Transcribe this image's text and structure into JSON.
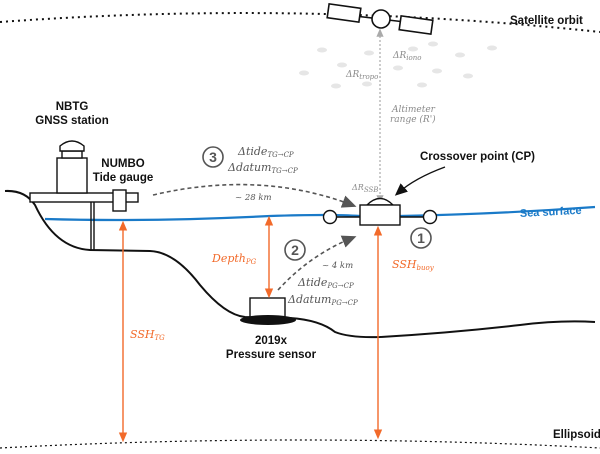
{
  "labels": {
    "satellite_orbit": "Satellite orbit",
    "gnss_line1": "NBTG",
    "gnss_line2": "GNSS station",
    "tg_line1": "NUMBO",
    "tg_line2": "Tide gauge",
    "crossover": "Crossover point (CP)",
    "sea_surface": "Sea surface",
    "ellipsoid": "Ellipsoid",
    "sensor_line1": "2019x",
    "sensor_line2": "Pressure sensor",
    "altimeter_line1": "Altimeter",
    "altimeter_line2": "range (R')",
    "dist_28": "~ 28 km",
    "dist_4": "~ 4 km"
  },
  "symbols": {
    "r_iono": {
      "main": "ΔR",
      "sub": "iono"
    },
    "r_tropo": {
      "main": "ΔR",
      "sub": "tropo"
    },
    "r_ssb": {
      "main": "ΔR",
      "sub": "SSB"
    },
    "tide_tg": {
      "main": "Δtide",
      "sub": "TG→CP"
    },
    "datum_tg": {
      "main": "Δdatum",
      "sub": "TG→CP"
    },
    "tide_pg": {
      "main": "Δtide",
      "sub": "PG→CP"
    },
    "datum_pg": {
      "main": "Δdatum",
      "sub": "PG→CP"
    },
    "depth_pg": {
      "main": "Depth",
      "sub": "PG"
    },
    "ssh_tg": {
      "main": "SSH",
      "sub": "TG"
    },
    "ssh_buoy": {
      "main": "SSH",
      "sub": "buoy"
    }
  },
  "steps": [
    "1",
    "2",
    "3"
  ],
  "colors": {
    "sea": "#1a7ac8",
    "measure": "#f26a2a",
    "correction": "#8a8a8a",
    "line": "#111111"
  }
}
